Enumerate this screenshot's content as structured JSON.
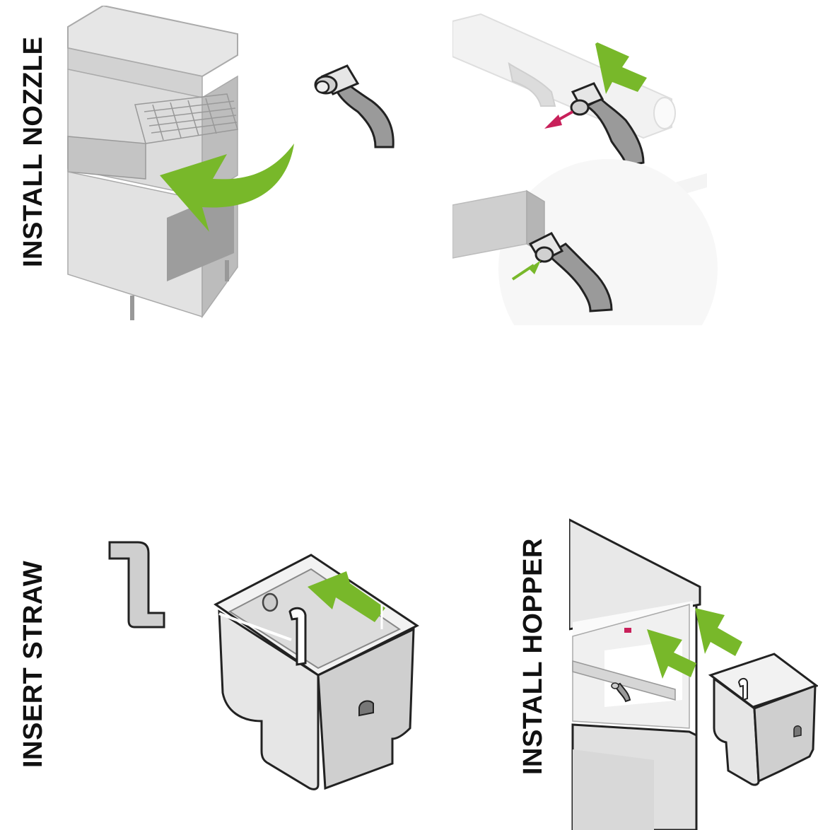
{
  "sections": {
    "nozzle": {
      "title": "INSTALL NOZZLE"
    },
    "straw": {
      "title": "INSERT STRAW"
    },
    "hopper": {
      "title": "INSTALL HOPPER"
    }
  },
  "colors": {
    "arrow_green": "#78b82a",
    "arrow_red": "#c8205a",
    "metal_light": "#e8e8e8",
    "metal_mid": "#c9c9c9",
    "metal_dark": "#9a9a9a",
    "outline": "#222222"
  }
}
